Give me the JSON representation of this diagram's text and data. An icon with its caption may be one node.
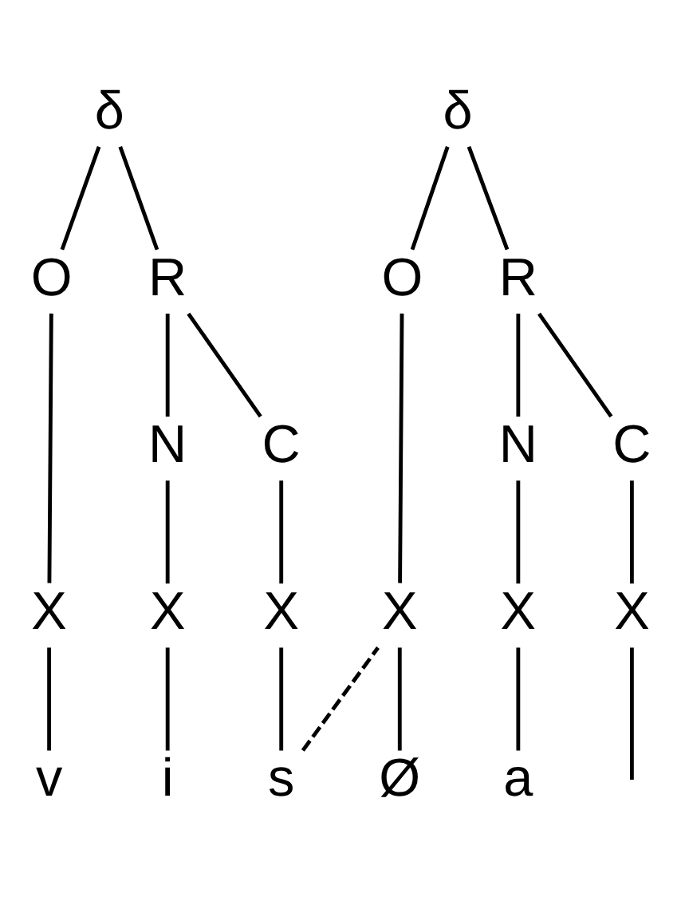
{
  "diagram": {
    "nodes": [
      {
        "text": [
          "δ"
        ]
      },
      {
        "text": [
          "O"
        ]
      },
      {
        "text": [
          "R"
        ]
      },
      {
        "text": [
          "N"
        ]
      },
      {
        "text": [
          "C"
        ]
      },
      {
        "text": [
          "X"
        ]
      },
      {
        "text": [
          "X"
        ]
      },
      {
        "text": [
          "X"
        ]
      },
      {
        "text": [
          "v"
        ]
      },
      {
        "text": [
          "i"
        ]
      },
      {
        "text": [
          "s"
        ]
      },
      {
        "text": [
          "δ"
        ]
      },
      {
        "text": [
          "O"
        ]
      },
      {
        "text": [
          "R"
        ]
      },
      {
        "text": [
          "N"
        ]
      },
      {
        "text": [
          "C"
        ]
      },
      {
        "text": [
          "X"
        ]
      },
      {
        "text": [
          "X"
        ]
      },
      {
        "text": [
          "X"
        ]
      },
      {
        "text": [
          "Ø"
        ]
      },
      {
        "text": [
          "a"
        ]
      }
    ],
    "edges": [
      {
        "from": 0,
        "to": 1,
        "arrow": "none"
      },
      {
        "from": 0,
        "to": 2,
        "arrow": "none"
      },
      {
        "from": 2,
        "to": 3,
        "arrow": "none"
      },
      {
        "from": 2,
        "to": 4,
        "arrow": "none"
      },
      {
        "from": 1,
        "to": 5,
        "arrow": "none"
      },
      {
        "from": 3,
        "to": 6,
        "arrow": "none"
      },
      {
        "from": 4,
        "to": 7,
        "arrow": "none"
      },
      {
        "from": 5,
        "to": 8,
        "arrow": "none"
      },
      {
        "from": 6,
        "to": 9,
        "arrow": "none"
      },
      {
        "from": 7,
        "to": 10,
        "arrow": "none"
      },
      {
        "from": 10,
        "to": 16,
        "arrow": "none",
        "style": "dashed"
      },
      {
        "from": 11,
        "to": 12,
        "arrow": "none"
      },
      {
        "from": 11,
        "to": 13,
        "arrow": "none"
      },
      {
        "from": 13,
        "to": 14,
        "arrow": "none"
      },
      {
        "from": 13,
        "to": 15,
        "arrow": "none"
      },
      {
        "from": 12,
        "to": 16,
        "arrow": "none"
      },
      {
        "from": 14,
        "to": 17,
        "arrow": "none"
      },
      {
        "from": 15,
        "to": 18,
        "arrow": "none"
      },
      {
        "from": 16,
        "to": 19,
        "arrow": "none"
      },
      {
        "from": 17,
        "to": 20,
        "arrow": "none"
      },
      {
        "from": 18,
        "to": null,
        "arrow": "none"
      }
    ]
  }
}
